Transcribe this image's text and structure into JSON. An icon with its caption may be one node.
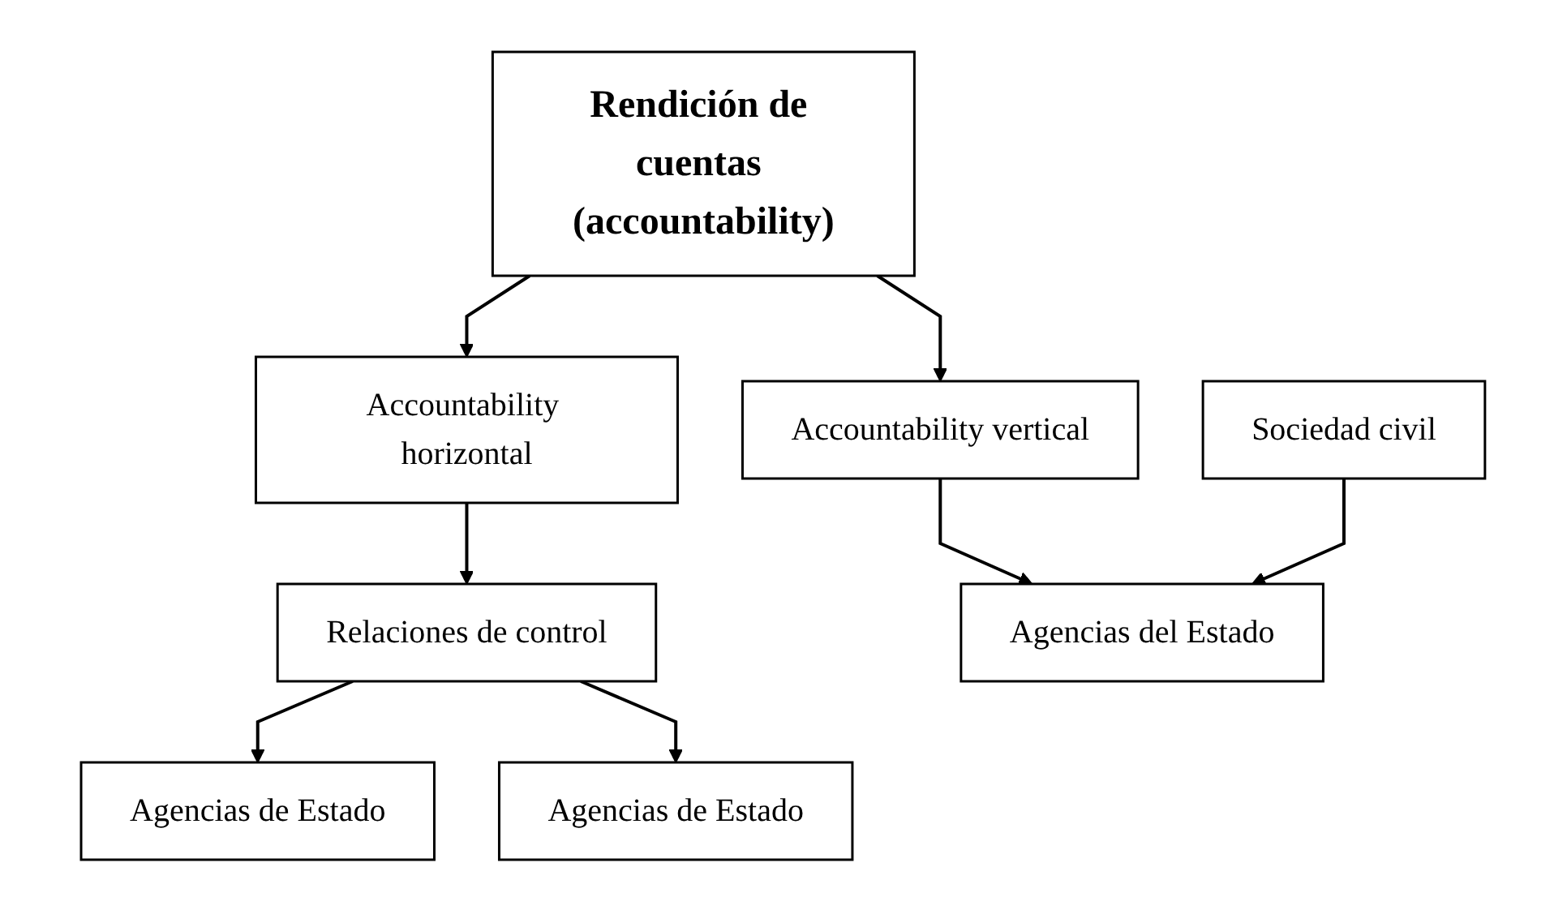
{
  "diagram": {
    "nodes": [
      {
        "text": [
          "Rendición de cuentas (accountability)"
        ]
      },
      {
        "text": [
          "Accountability horizontal"
        ]
      },
      {
        "text": [
          "Accountability vertical"
        ]
      },
      {
        "text": [
          "Agencias de Estado"
        ]
      },
      {
        "text": [
          "Relaciones de control"
        ]
      },
      {
        "text": [
          "Agencias de Estado"
        ]
      },
      {
        "text": [
          "Agencias del Estado"
        ]
      },
      {
        "text": [
          "Sociedad civil"
        ]
      }
    ],
    "edges": [
      {
        "from": 0,
        "to": 1,
        "arrow": "to"
      },
      {
        "from": 0,
        "to": 2,
        "arrow": "to"
      },
      {
        "from": 1,
        "to": 4,
        "arrow": "to"
      },
      {
        "from": 4,
        "to": 3,
        "arrow": "to"
      },
      {
        "from": 4,
        "to": 5,
        "arrow": "to"
      },
      {
        "from": 2,
        "to": 6,
        "arrow": "to"
      },
      {
        "from": 7,
        "to": 6,
        "arrow": "to"
      }
    ]
  }
}
